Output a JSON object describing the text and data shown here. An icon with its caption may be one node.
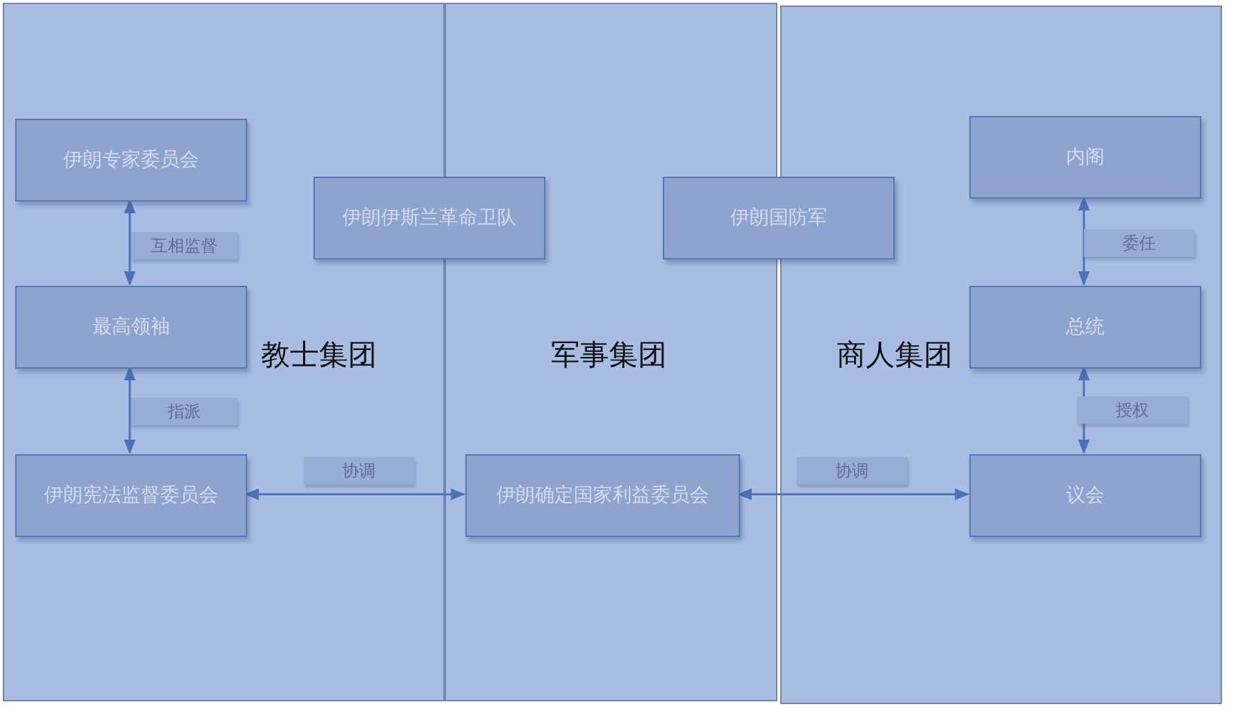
{
  "diagram": {
    "nodes": [
      {
        "text": [
          "教士集团"
        ]
      },
      {
        "text": [
          "军事集团"
        ]
      },
      {
        "text": [
          "商人集团"
        ]
      },
      {
        "text": [
          "伊朗专家委员会"
        ],
        "in": 0
      },
      {
        "text": [
          "伊朗伊斯兰革命卫队"
        ]
      },
      {
        "text": [
          "伊朗国防军"
        ]
      },
      {
        "text": [
          "内阁"
        ],
        "in": 2
      },
      {
        "text": [
          "最高领袖"
        ],
        "in": 0
      },
      {
        "text": [
          "总统"
        ],
        "in": 2
      },
      {
        "text": [
          "伊朗宪法监督委员会"
        ],
        "in": 0
      },
      {
        "text": [
          "伊朗确定国家利益委员会"
        ],
        "in": 1
      },
      {
        "text": [
          "议会"
        ],
        "in": 2
      }
    ],
    "edges": [
      {
        "from": 3,
        "to": 7,
        "arrow": "both",
        "label": "互相监督"
      },
      {
        "from": 7,
        "to": 9,
        "arrow": "both",
        "label": "指派"
      },
      {
        "from": 9,
        "to": 10,
        "arrow": "both",
        "label": "协调"
      },
      {
        "from": 10,
        "to": 11,
        "arrow": "both",
        "label": "协调"
      },
      {
        "from": 6,
        "to": 8,
        "arrow": "both",
        "label": "委任"
      },
      {
        "from": 8,
        "to": 11,
        "arrow": "both",
        "label": "授权"
      }
    ]
  }
}
